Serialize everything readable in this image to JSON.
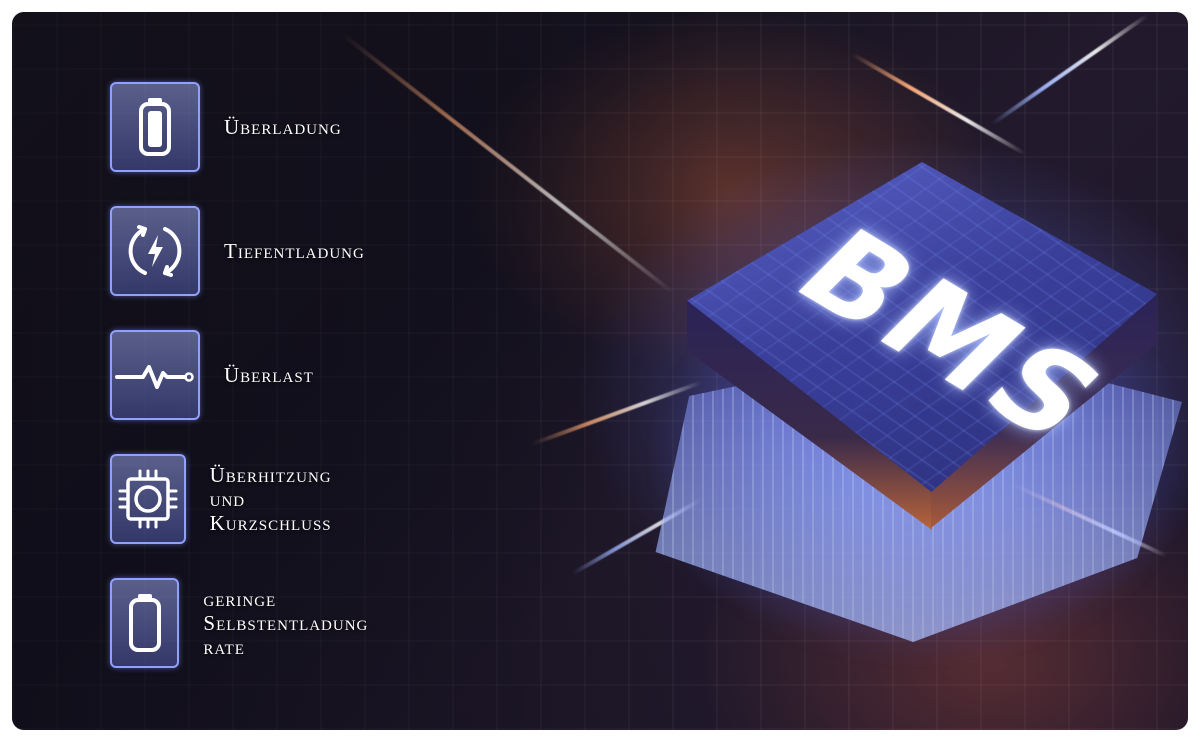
{
  "features": [
    {
      "icon": "battery-full-icon",
      "lines": [
        "Überladung"
      ]
    },
    {
      "icon": "charging-cycle-icon",
      "lines": [
        "Tiefentladung"
      ]
    },
    {
      "icon": "pulse-line-icon",
      "lines": [
        "Überlast"
      ]
    },
    {
      "icon": "chip-icon",
      "lines": [
        "Überhitzung",
        "und Kurzschluss"
      ]
    },
    {
      "icon": "battery-low-icon",
      "lines": [
        "geringe Selbstentladung",
        "rate"
      ]
    }
  ],
  "chip": {
    "label": "BMS"
  },
  "colors": {
    "accent": "#8fa0ff",
    "glow": "#8c9fff",
    "text": "#ffffff"
  }
}
